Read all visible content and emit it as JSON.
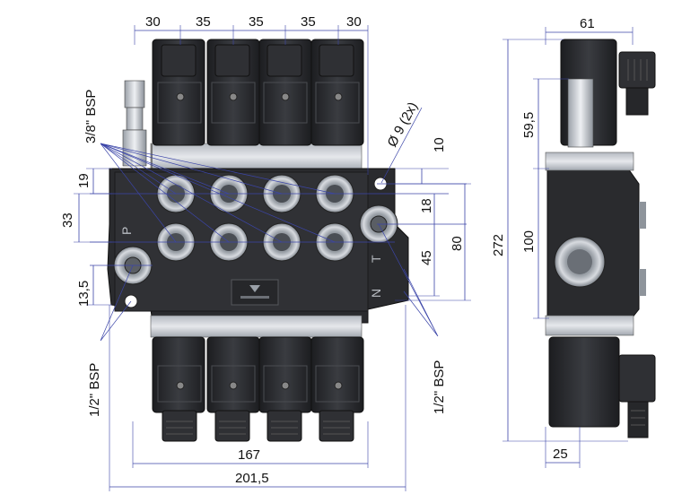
{
  "labels": {
    "top_dims": [
      "30",
      "35",
      "35",
      "35",
      "30"
    ],
    "overall_width": "201,5",
    "inner_width": "167",
    "side_width": "61",
    "side_bottom": "25",
    "height_total": "272",
    "height_body": "100",
    "height_upper": "59,5",
    "dim_10": "10",
    "dim_18": "18",
    "dim_45": "45",
    "dim_80": "80",
    "dim_19": "19",
    "dim_33": "33",
    "dim_13_5": "13,5",
    "hole": "Ø 9 (2x)",
    "port_38": "3/8\" BSP",
    "port_12_left": "1/2\" BSP",
    "port_12_right": "1/2\" BSP",
    "port_p": "P",
    "port_t": "T",
    "port_n": "N"
  },
  "colors": {
    "dimension": "#3b45a8",
    "body": "#2a2b2e",
    "metal": "#c9cdd3"
  }
}
